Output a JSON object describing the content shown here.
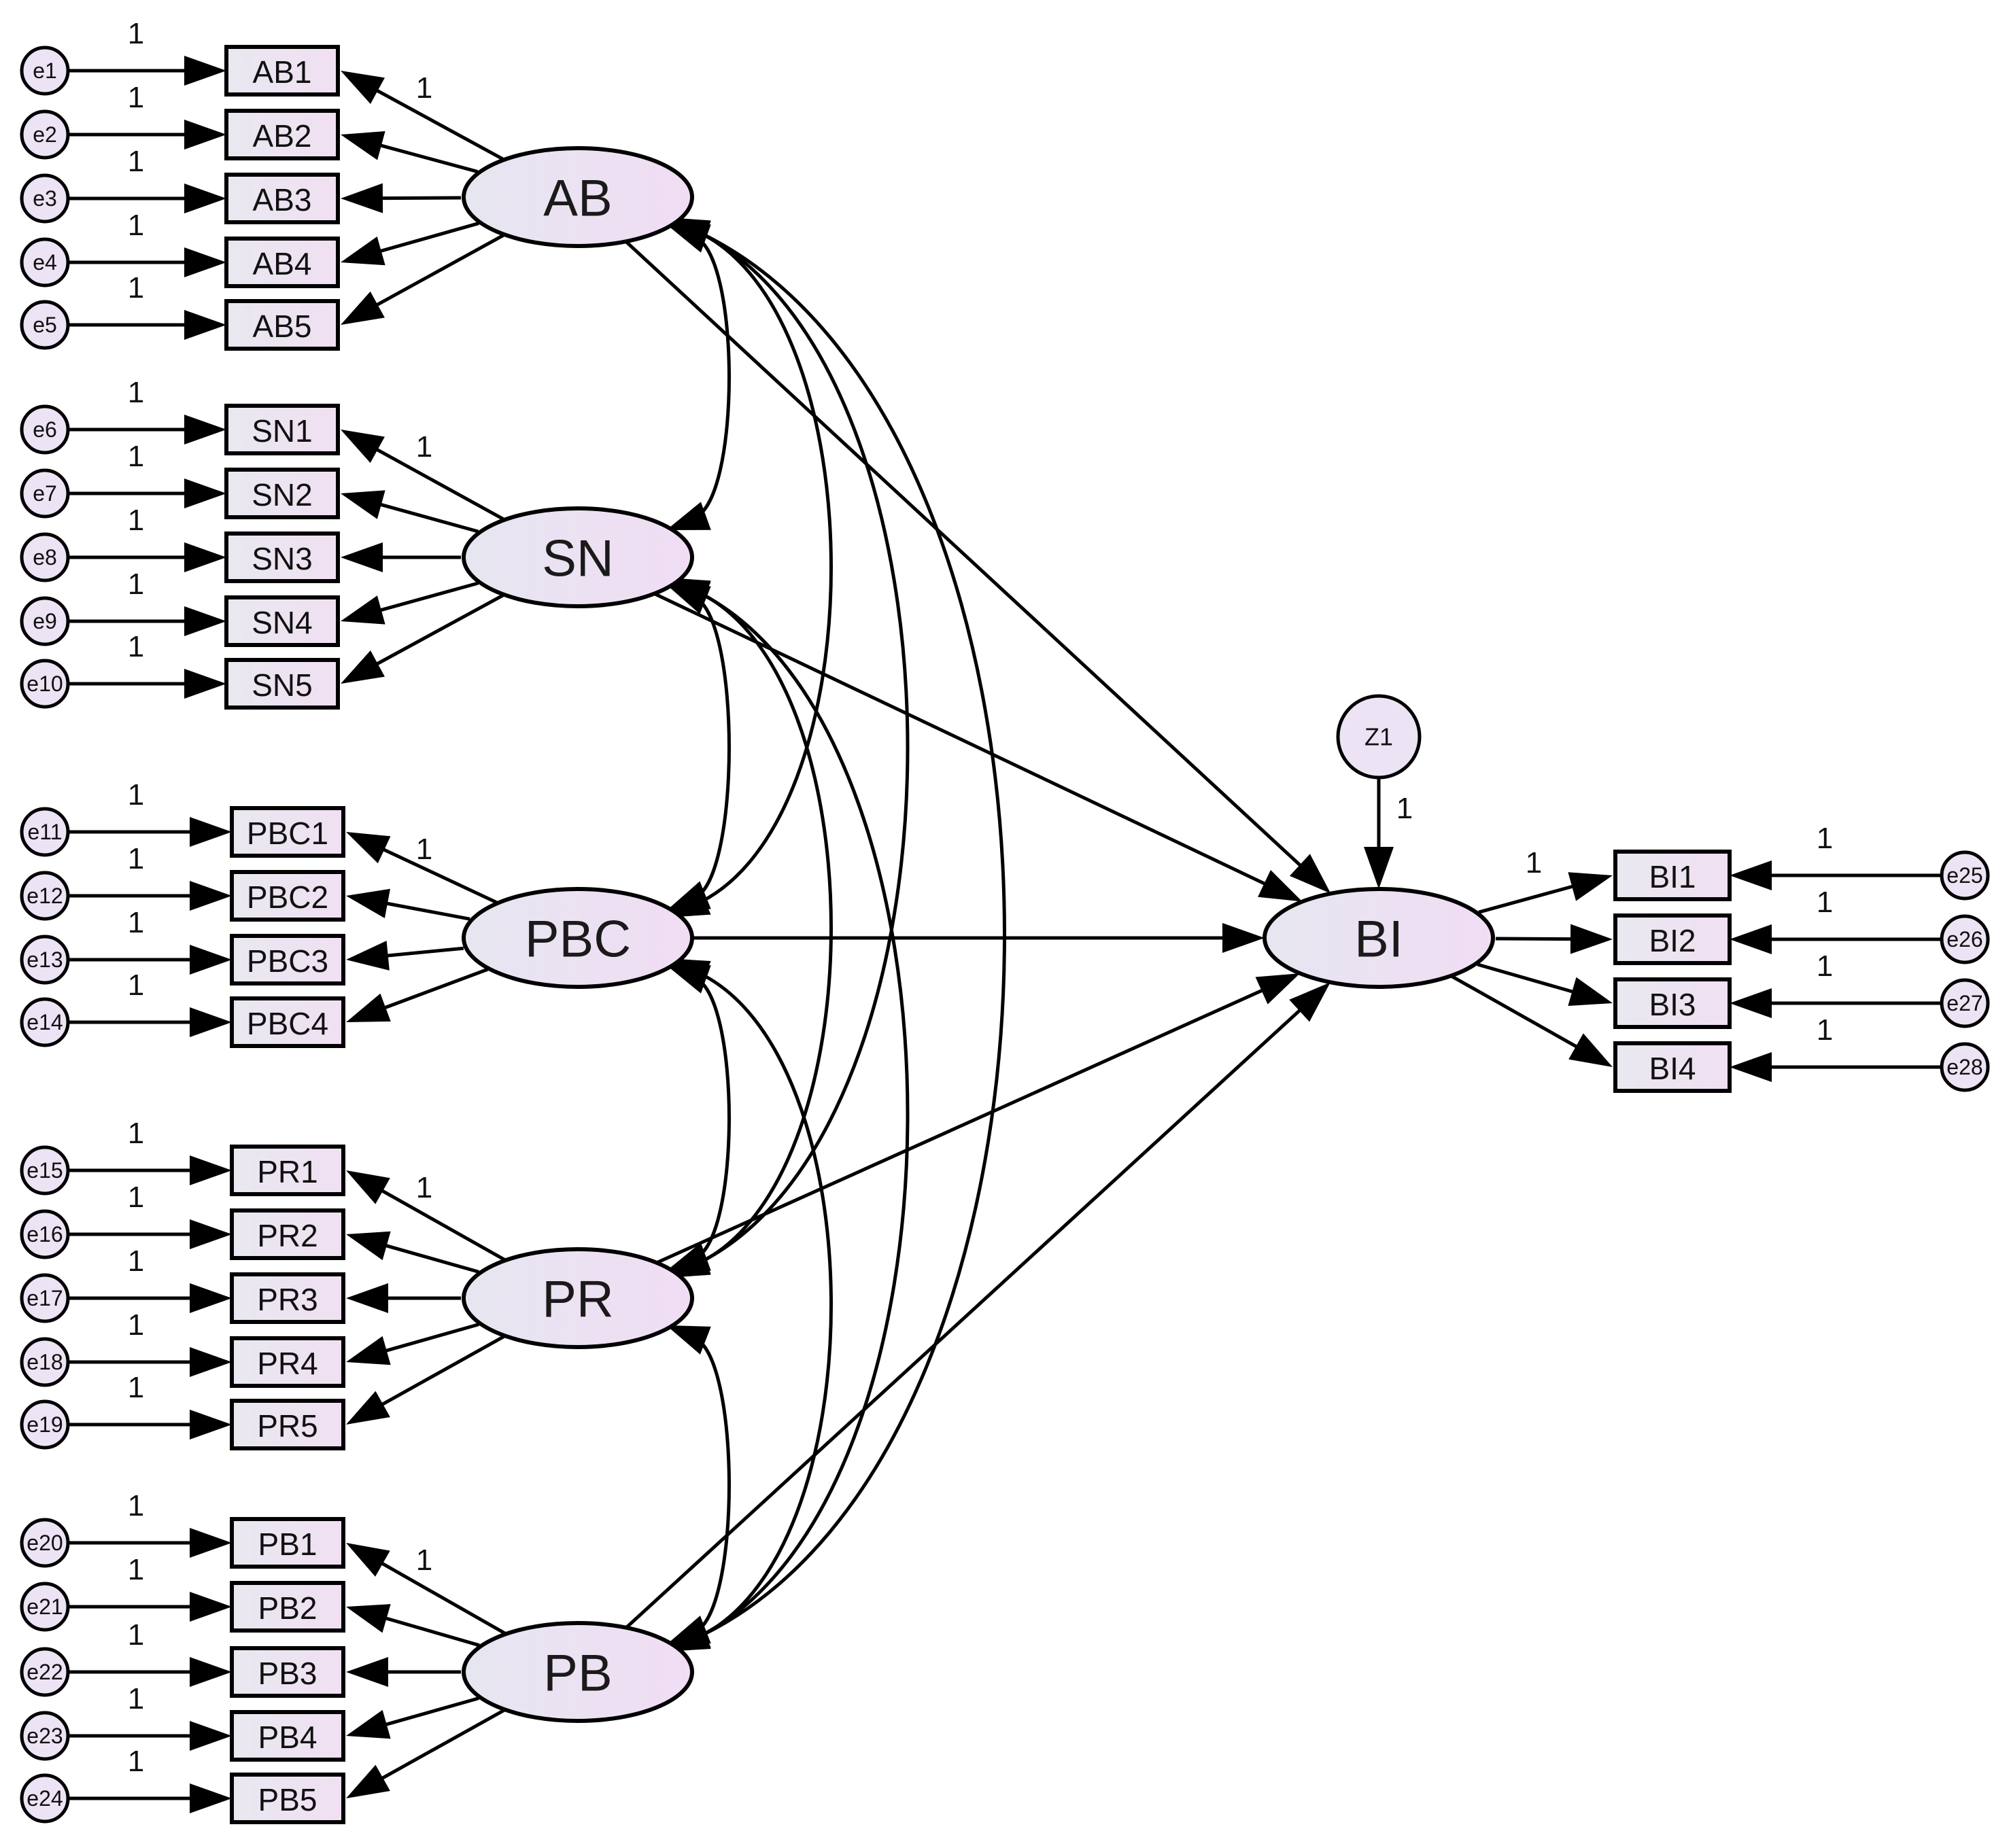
{
  "diagram": {
    "latents": [
      {
        "id": "AB",
        "label": "AB"
      },
      {
        "id": "SN",
        "label": "SN"
      },
      {
        "id": "PBC",
        "label": "PBC"
      },
      {
        "id": "PR",
        "label": "PR"
      },
      {
        "id": "PB",
        "label": "PB"
      },
      {
        "id": "BI",
        "label": "BI"
      }
    ],
    "disturbance": {
      "label": "Z1",
      "path_label": "1"
    },
    "groups": [
      {
        "latent": "AB",
        "indicators": [
          "AB1",
          "AB2",
          "AB3",
          "AB4",
          "AB5"
        ],
        "errors": [
          "e1",
          "e2",
          "e3",
          "e4",
          "e5"
        ],
        "fixed_loading": "1"
      },
      {
        "latent": "SN",
        "indicators": [
          "SN1",
          "SN2",
          "SN3",
          "SN4",
          "SN5"
        ],
        "errors": [
          "e6",
          "e7",
          "e8",
          "e9",
          "e10"
        ],
        "fixed_loading": "1"
      },
      {
        "latent": "PBC",
        "indicators": [
          "PBC1",
          "PBC2",
          "PBC3",
          "PBC4"
        ],
        "errors": [
          "e11",
          "e12",
          "e13",
          "e14"
        ],
        "fixed_loading": "1"
      },
      {
        "latent": "PR",
        "indicators": [
          "PR1",
          "PR2",
          "PR3",
          "PR4",
          "PR5"
        ],
        "errors": [
          "e15",
          "e16",
          "e17",
          "e18",
          "e19"
        ],
        "fixed_loading": "1"
      },
      {
        "latent": "PB",
        "indicators": [
          "PB1",
          "PB2",
          "PB3",
          "PB4",
          "PB5"
        ],
        "errors": [
          "e20",
          "e21",
          "e22",
          "e23",
          "e24"
        ],
        "fixed_loading": "1"
      }
    ],
    "outcome": {
      "latent": "BI",
      "indicators": [
        "BI1",
        "BI2",
        "BI3",
        "BI4"
      ],
      "errors": [
        "e25",
        "e26",
        "e27",
        "e28"
      ],
      "fixed_loading": "1"
    },
    "error_path_label": "1",
    "structural_paths": [
      {
        "from": "AB",
        "to": "BI"
      },
      {
        "from": "SN",
        "to": "BI"
      },
      {
        "from": "PBC",
        "to": "BI"
      },
      {
        "from": "PR",
        "to": "BI"
      },
      {
        "from": "PB",
        "to": "BI"
      }
    ],
    "covariances": [
      [
        "AB",
        "SN"
      ],
      [
        "AB",
        "PBC"
      ],
      [
        "AB",
        "PR"
      ],
      [
        "AB",
        "PB"
      ],
      [
        "SN",
        "PBC"
      ],
      [
        "SN",
        "PR"
      ],
      [
        "SN",
        "PB"
      ],
      [
        "PBC",
        "PR"
      ],
      [
        "PBC",
        "PB"
      ],
      [
        "PR",
        "PB"
      ]
    ],
    "colors": {
      "fill": "#ece3f4",
      "stroke": "#000000",
      "background": "#ffffff"
    }
  }
}
